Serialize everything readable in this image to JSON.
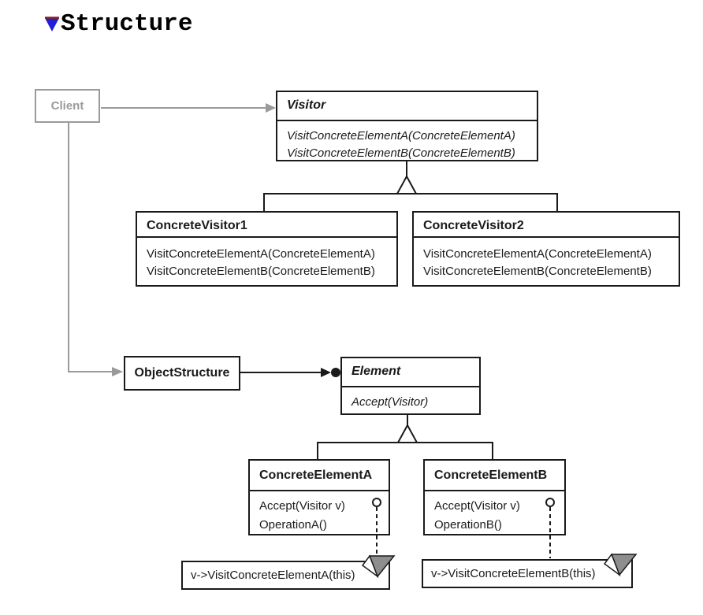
{
  "heading": {
    "text": "Structure"
  },
  "diagram": {
    "classes": {
      "client": {
        "name": "Client"
      },
      "visitor": {
        "name": "Visitor",
        "methods": [
          "VisitConcreteElementA(ConcreteElementA)",
          "VisitConcreteElementB(ConcreteElementB)"
        ]
      },
      "concrete_visitor_1": {
        "name": "ConcreteVisitor1",
        "methods": [
          "VisitConcreteElementA(ConcreteElementA)",
          "VisitConcreteElementB(ConcreteElementB)"
        ]
      },
      "concrete_visitor_2": {
        "name": "ConcreteVisitor2",
        "methods": [
          "VisitConcreteElementA(ConcreteElementA)",
          "VisitConcreteElementB(ConcreteElementB)"
        ]
      },
      "object_structure": {
        "name": "ObjectStructure"
      },
      "element": {
        "name": "Element",
        "methods": [
          "Accept(Visitor)"
        ]
      },
      "concrete_element_a": {
        "name": "ConcreteElementA",
        "methods": [
          "Accept(Visitor v)",
          "OperationA()"
        ]
      },
      "concrete_element_b": {
        "name": "ConcreteElementB",
        "methods": [
          "Accept(Visitor v)",
          "OperationB()"
        ]
      }
    },
    "notes": {
      "note_a": {
        "text": "v->VisitConcreteElementA(this)"
      },
      "note_b": {
        "text": "v->VisitConcreteElementB(this)"
      }
    },
    "colors": {
      "line_black": "#1a1a1a",
      "line_gray": "#9a9a9a",
      "note_fold_gray": "#8e8e8e",
      "marker_blue": "#2020d6",
      "marker_red": "#8b2020"
    }
  }
}
